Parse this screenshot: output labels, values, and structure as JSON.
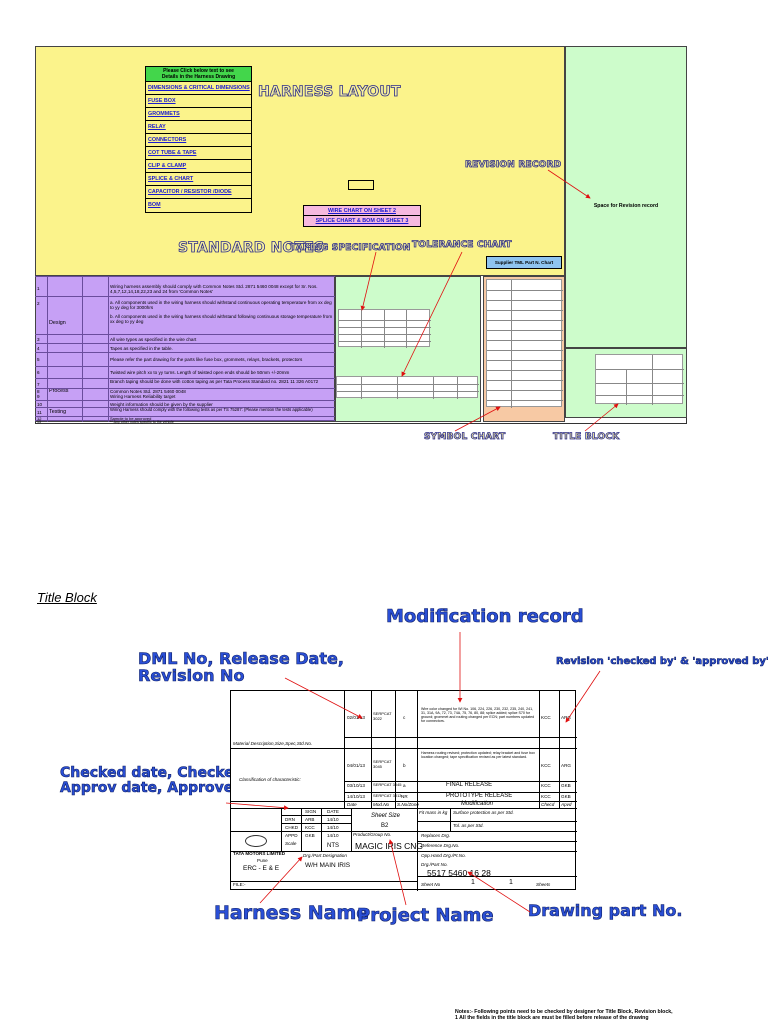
{
  "layout": {
    "menu_header": "Please Click below text to see\nDetails in the Harness Drawing",
    "menu_items": [
      "DIMENSIONS & CRITICAL DIMENSIONS",
      "FUSE BOX",
      "GROMMETS",
      "RELAY",
      "CONNECTORS",
      "COT TUBE & TAPE",
      "CLIP & CLAMP",
      "SPLICE & CHART",
      "CAPACITOR / RESISTOR /DIODE",
      "BOM"
    ],
    "harness_layout_label": "HARNESS LAYOUT",
    "revision_record_label": "REVISION RECORD",
    "space_for_revision": "Space for Revision record",
    "wire_chart_link": "WIRE CHART ON SHEET 2",
    "splice_link": "SPLICE  CHART & BOM ON SHEET 3",
    "standard_notes_label": "STANDARD NOTES",
    "taping_spec_label": "TAPING SPECIFICATION",
    "tolerance_chart_label": "TOLERANCE CHART",
    "supplier_label": "Supplier TML Part N. Chart",
    "symbol_chart_label": "SYMBOL CHART",
    "title_block_label": "TITLE BLOCK",
    "notes": [
      {
        "num": "1",
        "text": "Wiring harness assembly should comply with Common Notes  Std. 2871 5460 0048 except for Sr. Nos. 4,5,7,12,14,18,22,23 and 24 from 'Common Notes'"
      },
      {
        "num": "2",
        "text": "a. All components used in the wiring harness should withstand continuous operating temperature from xx deg to yy deg for 3000hrs"
      },
      {
        "num": "",
        "text": "b. All components used in the wiring harness should withstand following continuous storage temperature from xx deg to yy deg"
      },
      {
        "num": "3",
        "text": "All wire types as specified in the wire chart"
      },
      {
        "num": "4",
        "text": "Tapes as specified in the table."
      },
      {
        "num": "5",
        "text": "Please refer the part drawing for the parts like fuse box, grommets, relays, brackets, protectors"
      },
      {
        "num": "6",
        "text": "Twisted wire pitch xx to yy turns. Length of twisted open ends should be 50mm +/-20mm"
      },
      {
        "num": "7",
        "text": "Branch taping should be done with cotton taping as per Tata Process Standard no. 2821 11 326 A0172"
      },
      {
        "num": "8",
        "text": "Common Notes Std. 2871 5460 0048"
      },
      {
        "num": "9",
        "text": "Wiring Harness Reliability target"
      },
      {
        "num": "10",
        "text": "Weight information should be given by the supplier"
      },
      {
        "num": "11",
        "text": "Wiring Harness should comply with the following tests as per TS 75287: (Please mention the tests applicable)"
      },
      {
        "num": "12",
        "text": "Sample to be approved"
      },
      {
        "num": "13",
        "text": "** Any other notes specific to the vehicle"
      }
    ],
    "cat_design": "Design",
    "cat_process": "Process",
    "cat_testing": "Testing"
  },
  "title_block_section": {
    "heading": "Title Block",
    "callouts": {
      "modification_record": "Modification record",
      "dml": "DML No, Release Date,\nRevision No",
      "revision_checked": "Revision 'checked by' & 'approved by'",
      "checked_date": "Checked date, Checked by\nApprov date, Approved by",
      "harness_name": "Harness Name",
      "project_name": "Project Name",
      "drawing_part_no": "Drawing part No."
    },
    "title_block": {
      "rev_rows": [
        {
          "date": "02/01/13",
          "dml": "SERPCAT 3022",
          "rev": "c",
          "by": "KCC",
          "appr": "ARG"
        },
        {
          "date": "04/01/13",
          "dml": "SERPCAT 3045",
          "rev": "b",
          "by": "KCC",
          "appr": "ARG"
        },
        {
          "date": "03/10/13",
          "dml": "SERPCAT 3045",
          "rev": "a",
          "mod": "FINAL RELEASE",
          "by": "KCC",
          "appr": "GKB"
        },
        {
          "date": "14/10/13",
          "dml": "SERPCAT 3013",
          "rev": "NR",
          "mod": "PROTOTYPE RELEASE",
          "by": "KCC",
          "appr": "GKB"
        }
      ],
      "header_cells": [
        "Date",
        "Mod.No",
        "S.No/Zone",
        "Modification",
        "Checd",
        "Apvd"
      ],
      "material_desc": "Material Description,Size,Spec,Std.No.",
      "classification": "Classification of characteristic:",
      "sign_header": [
        "SIGN",
        "DATE"
      ],
      "sign_rows": [
        {
          "role": "DRN",
          "sign": "ARB",
          "date": "14/10"
        },
        {
          "role": "CHKD",
          "sign": "KCC",
          "date": "14/10"
        },
        {
          "role": "APPD",
          "sign": "GKB",
          "date": "14/10"
        }
      ],
      "scale_label": "Scale",
      "scale": "NTS",
      "sheet_size_label": "Sheet Size",
      "sheet_size": "B2",
      "product_group_label": "Product/Group No.",
      "project_name": "MAGIC IRIS CNG",
      "designation_label": "Drg./Part Designation",
      "harness_name": "W/H MAIN IRIS",
      "company": "TATA MOTORS LIMITED",
      "city": "Pune",
      "dept": "ERC - E & E",
      "file_label": "FILE:-",
      "part_no_label": "Drg./Part No.",
      "part_no": "5517 5460 16 28",
      "sheet_no_label": "Sheet No",
      "sheet_no": "1",
      "sheets_of": "1",
      "sheets_label": "Sheets",
      "surface_protection": "Surface protection as per Std.",
      "tol": "Tol. as per Std.",
      "replaces": "Replaces Drg.",
      "reference": "Reference Drg.No.",
      "opp_hand": "Opp.Hand Drg./Pt.No.",
      "fit_mass": "Fit mass in kg",
      "final_release": "FINAL RELEASE",
      "prototype_release": "PROTOTYPE RELEASE",
      "modification": "Modification"
    },
    "footnote": "Notes:- Following points need to be checked by designer for Title Block, Revision block,\n1  All the fields in the title block are must be filled before release of the drawing"
  }
}
